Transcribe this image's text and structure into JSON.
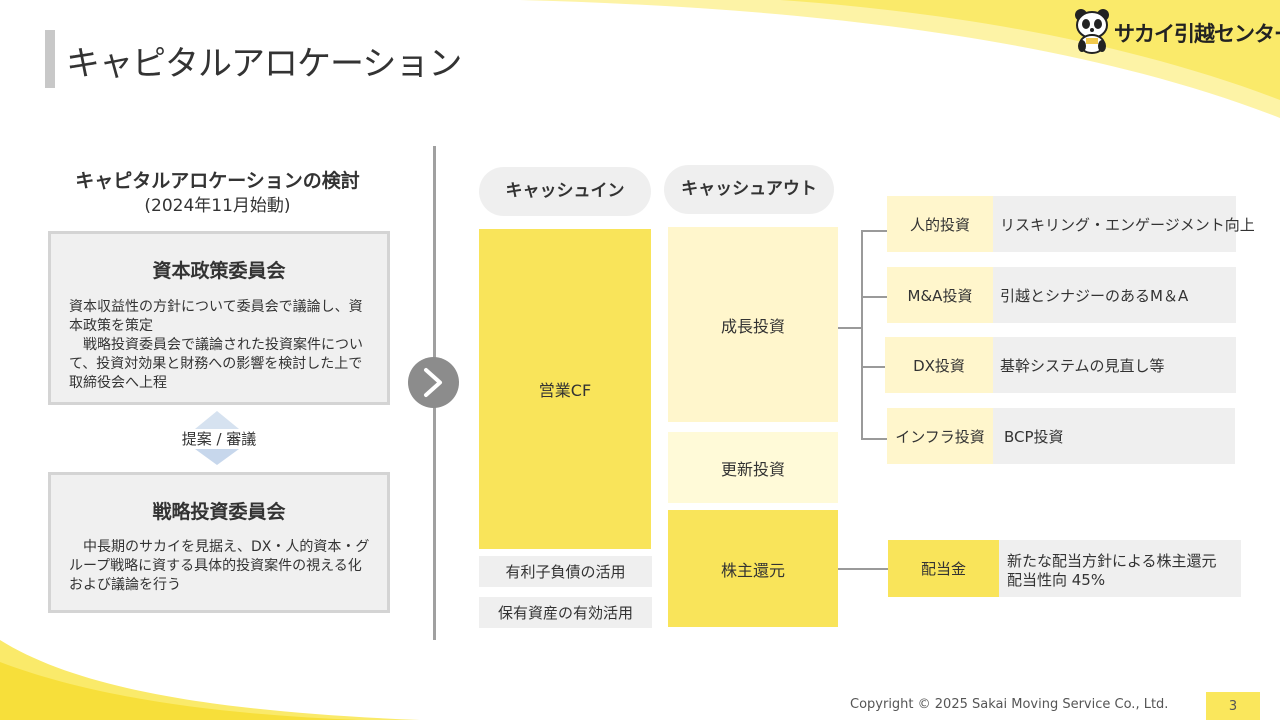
{
  "page": {
    "title": "キャピタルアロケーション",
    "number": "3",
    "copyright": "Copyright © 2025 Sakai Moving Service Co., Ltd."
  },
  "logo": {
    "text": "サカイ引越センター",
    "icon": "panda-icon"
  },
  "left_panel": {
    "heading": "キャピタルアロケーションの検討",
    "subheading": "(2024年11月始動)",
    "committee_1": {
      "title": "資本政策委員会",
      "body": "資本収益性の方針について委員会で議論し、資本政策を策定\n　戦略投資委員会で議論された投資案件について、投資対効果と財務への影響を検討した上で取締役会へ上程"
    },
    "relation_label": "提案 / 審議",
    "committee_2": {
      "title": "戦略投資委員会",
      "body": "　中長期のサカイを見据え、DX・人的資本・グループ戦略に資する具体的投資案件の視える化および議論を行う"
    }
  },
  "cash_in": {
    "header": "キャッシュイン",
    "main": "営業CF",
    "items": [
      "有利子負債の活用",
      "保有資産の有効活用"
    ]
  },
  "cash_out": {
    "header": "キャッシュアウト",
    "growth": "成長投資",
    "renewal": "更新投資",
    "shareholder": "株主還元"
  },
  "growth_details": [
    {
      "category": "人的投資",
      "detail": "リスキリング・エンゲージメント向上"
    },
    {
      "category": "M&A投資",
      "detail": "引越とシナジーのあるM＆A"
    },
    {
      "category": "DX投資",
      "detail": "基幹システムの見直し等"
    },
    {
      "category": "インフラ投資",
      "detail": "BCP投資"
    }
  ],
  "dividend": {
    "category": "配当金",
    "line1": "新たな配当方針による株主還元",
    "line2": "配当性向 45%"
  },
  "colors": {
    "accent_yellow": "#f9e45a",
    "light_yellow": "#fff6cc",
    "gray_panel": "#efefef",
    "divider_gray": "#a0a0a0"
  }
}
